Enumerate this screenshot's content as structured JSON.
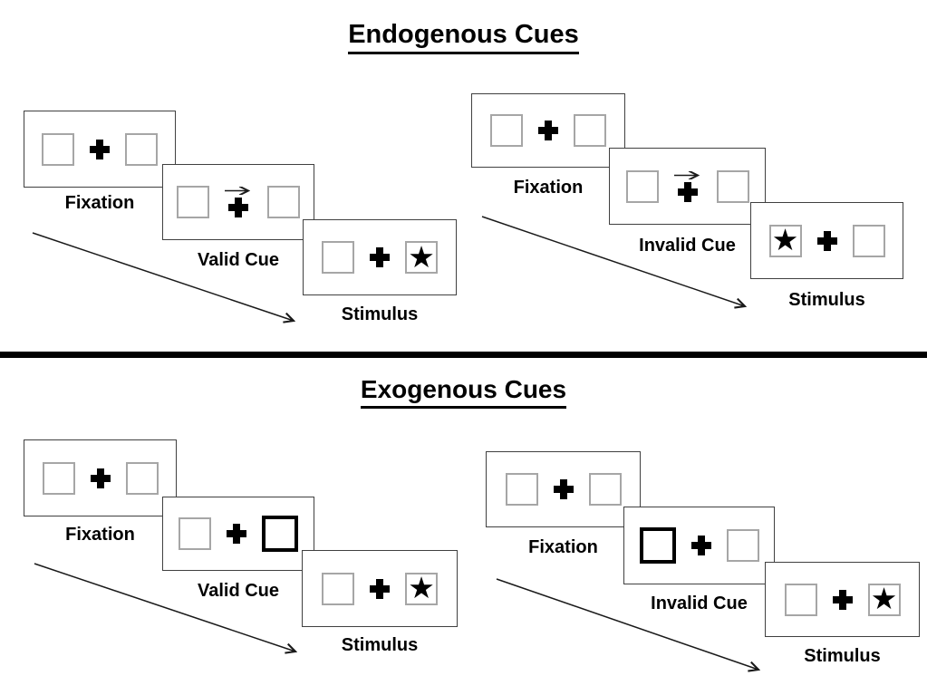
{
  "sections": {
    "endogenous": {
      "title": "Endogenous Cues",
      "valid_trial": {
        "fixation_label": "Fixation",
        "cue_label": "Valid Cue",
        "stimulus_label": "Stimulus"
      },
      "invalid_trial": {
        "fixation_label": "Fixation",
        "cue_label": "Invalid Cue",
        "stimulus_label": "Stimulus"
      }
    },
    "exogenous": {
      "title": "Exogenous Cues",
      "valid_trial": {
        "fixation_label": "Fixation",
        "cue_label": "Valid Cue",
        "stimulus_label": "Stimulus"
      },
      "invalid_trial": {
        "fixation_label": "Fixation",
        "cue_label": "Invalid Cue",
        "stimulus_label": "Stimulus"
      }
    }
  },
  "glyphs": {
    "star": "★"
  },
  "colors": {
    "panel_border": "#404040",
    "square_border": "#a6a6a6",
    "cue_highlight": "#000000",
    "divider": "#000000",
    "text": "#000000"
  }
}
